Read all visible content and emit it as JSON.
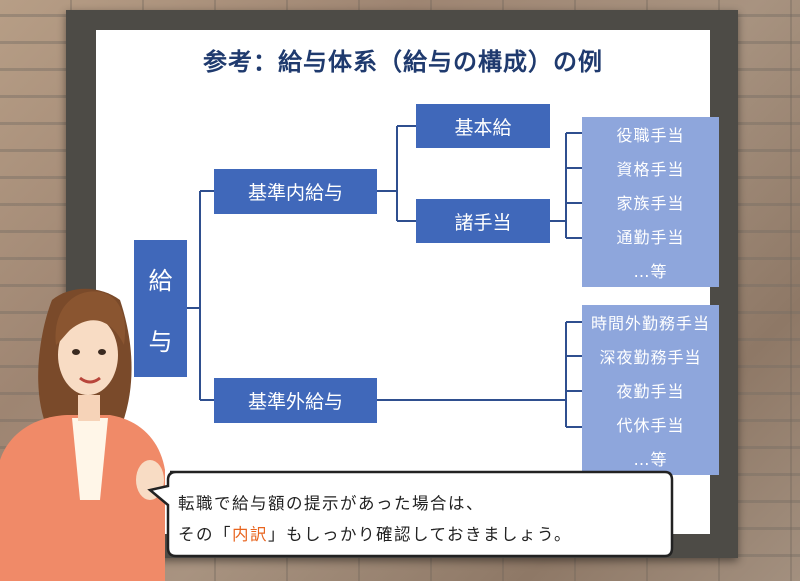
{
  "title": "参考：給与体系（給与の構成）の例",
  "root": {
    "char1": "給",
    "char2": "与"
  },
  "branches": {
    "naibu": "基準内給与",
    "gaibu": "基準外給与",
    "kihon": "基本給",
    "shoteate": "諸手当"
  },
  "allowances_in": [
    "役職手当",
    "資格手当",
    "家族手当",
    "通勤手当",
    "…等"
  ],
  "allowances_out": [
    "時間外勤務手当",
    "深夜勤務手当",
    "夜勤手当",
    "代休手当",
    "…等"
  ],
  "bubble": {
    "line1": "転職で給与額の提示があった場合は、",
    "line2_pre": "その「",
    "line2_highlight": "内訳",
    "line2_post": "」もしっかり確認しておきましょう。"
  },
  "colors": {
    "title": "#1f3a6e",
    "box_dark": "#4068ba",
    "box_light": "#8ea6dc",
    "highlight": "#e8641e"
  }
}
